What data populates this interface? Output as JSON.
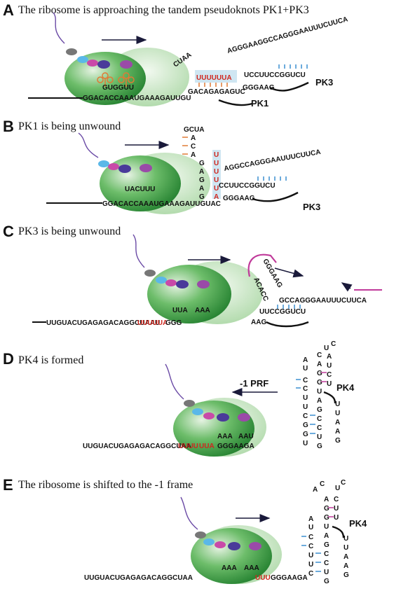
{
  "panels": [
    {
      "label": "A",
      "title": "The ribosome is approaching the tandem pseudoknots PK1+PK3"
    },
    {
      "label": "B",
      "title": "PK1 is being unwound"
    },
    {
      "label": "C",
      "title": "PK3 is being unwound"
    },
    {
      "label": "D",
      "title": "PK4 is formed"
    },
    {
      "label": "E",
      "title": "The ribosome is shifted to the -1 frame"
    }
  ],
  "pk_labels": {
    "pk1": "PK1",
    "pk3": "PK3",
    "pk4": "PK4"
  },
  "prf_label": "-1 PRF",
  "sequences": {
    "a_bottom": "GGACACCAAAUGAAAGAUUGU",
    "a_codons": "GUGGUU",
    "a_loop": "CUAA",
    "a_stem_left": "GACAGAGAGUC",
    "a_stem_red": "UUUUUUA",
    "a_pk3_top": "AGGGAAGGCCAGGGAAUUUCUUCA",
    "a_pk3_mid": "UCCUUCCGGUCU",
    "a_pk3_bottom": "GGGAAG",
    "b_bottom": "GGACACCAAAUGAAAGAUUGUAC",
    "b_codons": "UACUUU",
    "b_top": "GCUA",
    "b_pk3_top": "AGGCCAGGGAAUUUCUUCA",
    "b_pk3_mid": "CCUUCCGGUCU",
    "b_pk3_bottom": "GGGAAG",
    "c_bottom": "UUGUACUGAGAGACAGGCUAAU",
    "c_red": "UUUUUA",
    "c_after": "GGG",
    "c_codons_left": "UUA",
    "c_codons_right": "AAA",
    "c_top": "GCCAGGGAAUUUCUUCA",
    "c_mid": "UUCCGGUCU",
    "c_bottom_right": "AAG",
    "d_bottom": "UUGUACUGAGAGACAGGCUAA",
    "d_red1": "UUUU",
    "d_red2": "UUA",
    "d_after": "GGGAAGA",
    "d_codons_left": "AAA",
    "d_codons_right": "AAU",
    "e_bottom": "UUGUACUGAGAGACAGGCUAA",
    "e_after": "GGGAAGA",
    "e_red": "UUU",
    "e_codons_left": "AAA",
    "e_codons_right": "AAA"
  },
  "colors": {
    "ribosome": "#2f9a3c",
    "ribosome_light": "#cfe8cc",
    "stem_red": "#d0271f",
    "pair_blue": "#3a8fd0",
    "pair_orange": "#e07a35",
    "magenta": "#c03a9a",
    "mrna_line": "#6a4aa5",
    "arrow": "#1a1a3a"
  }
}
